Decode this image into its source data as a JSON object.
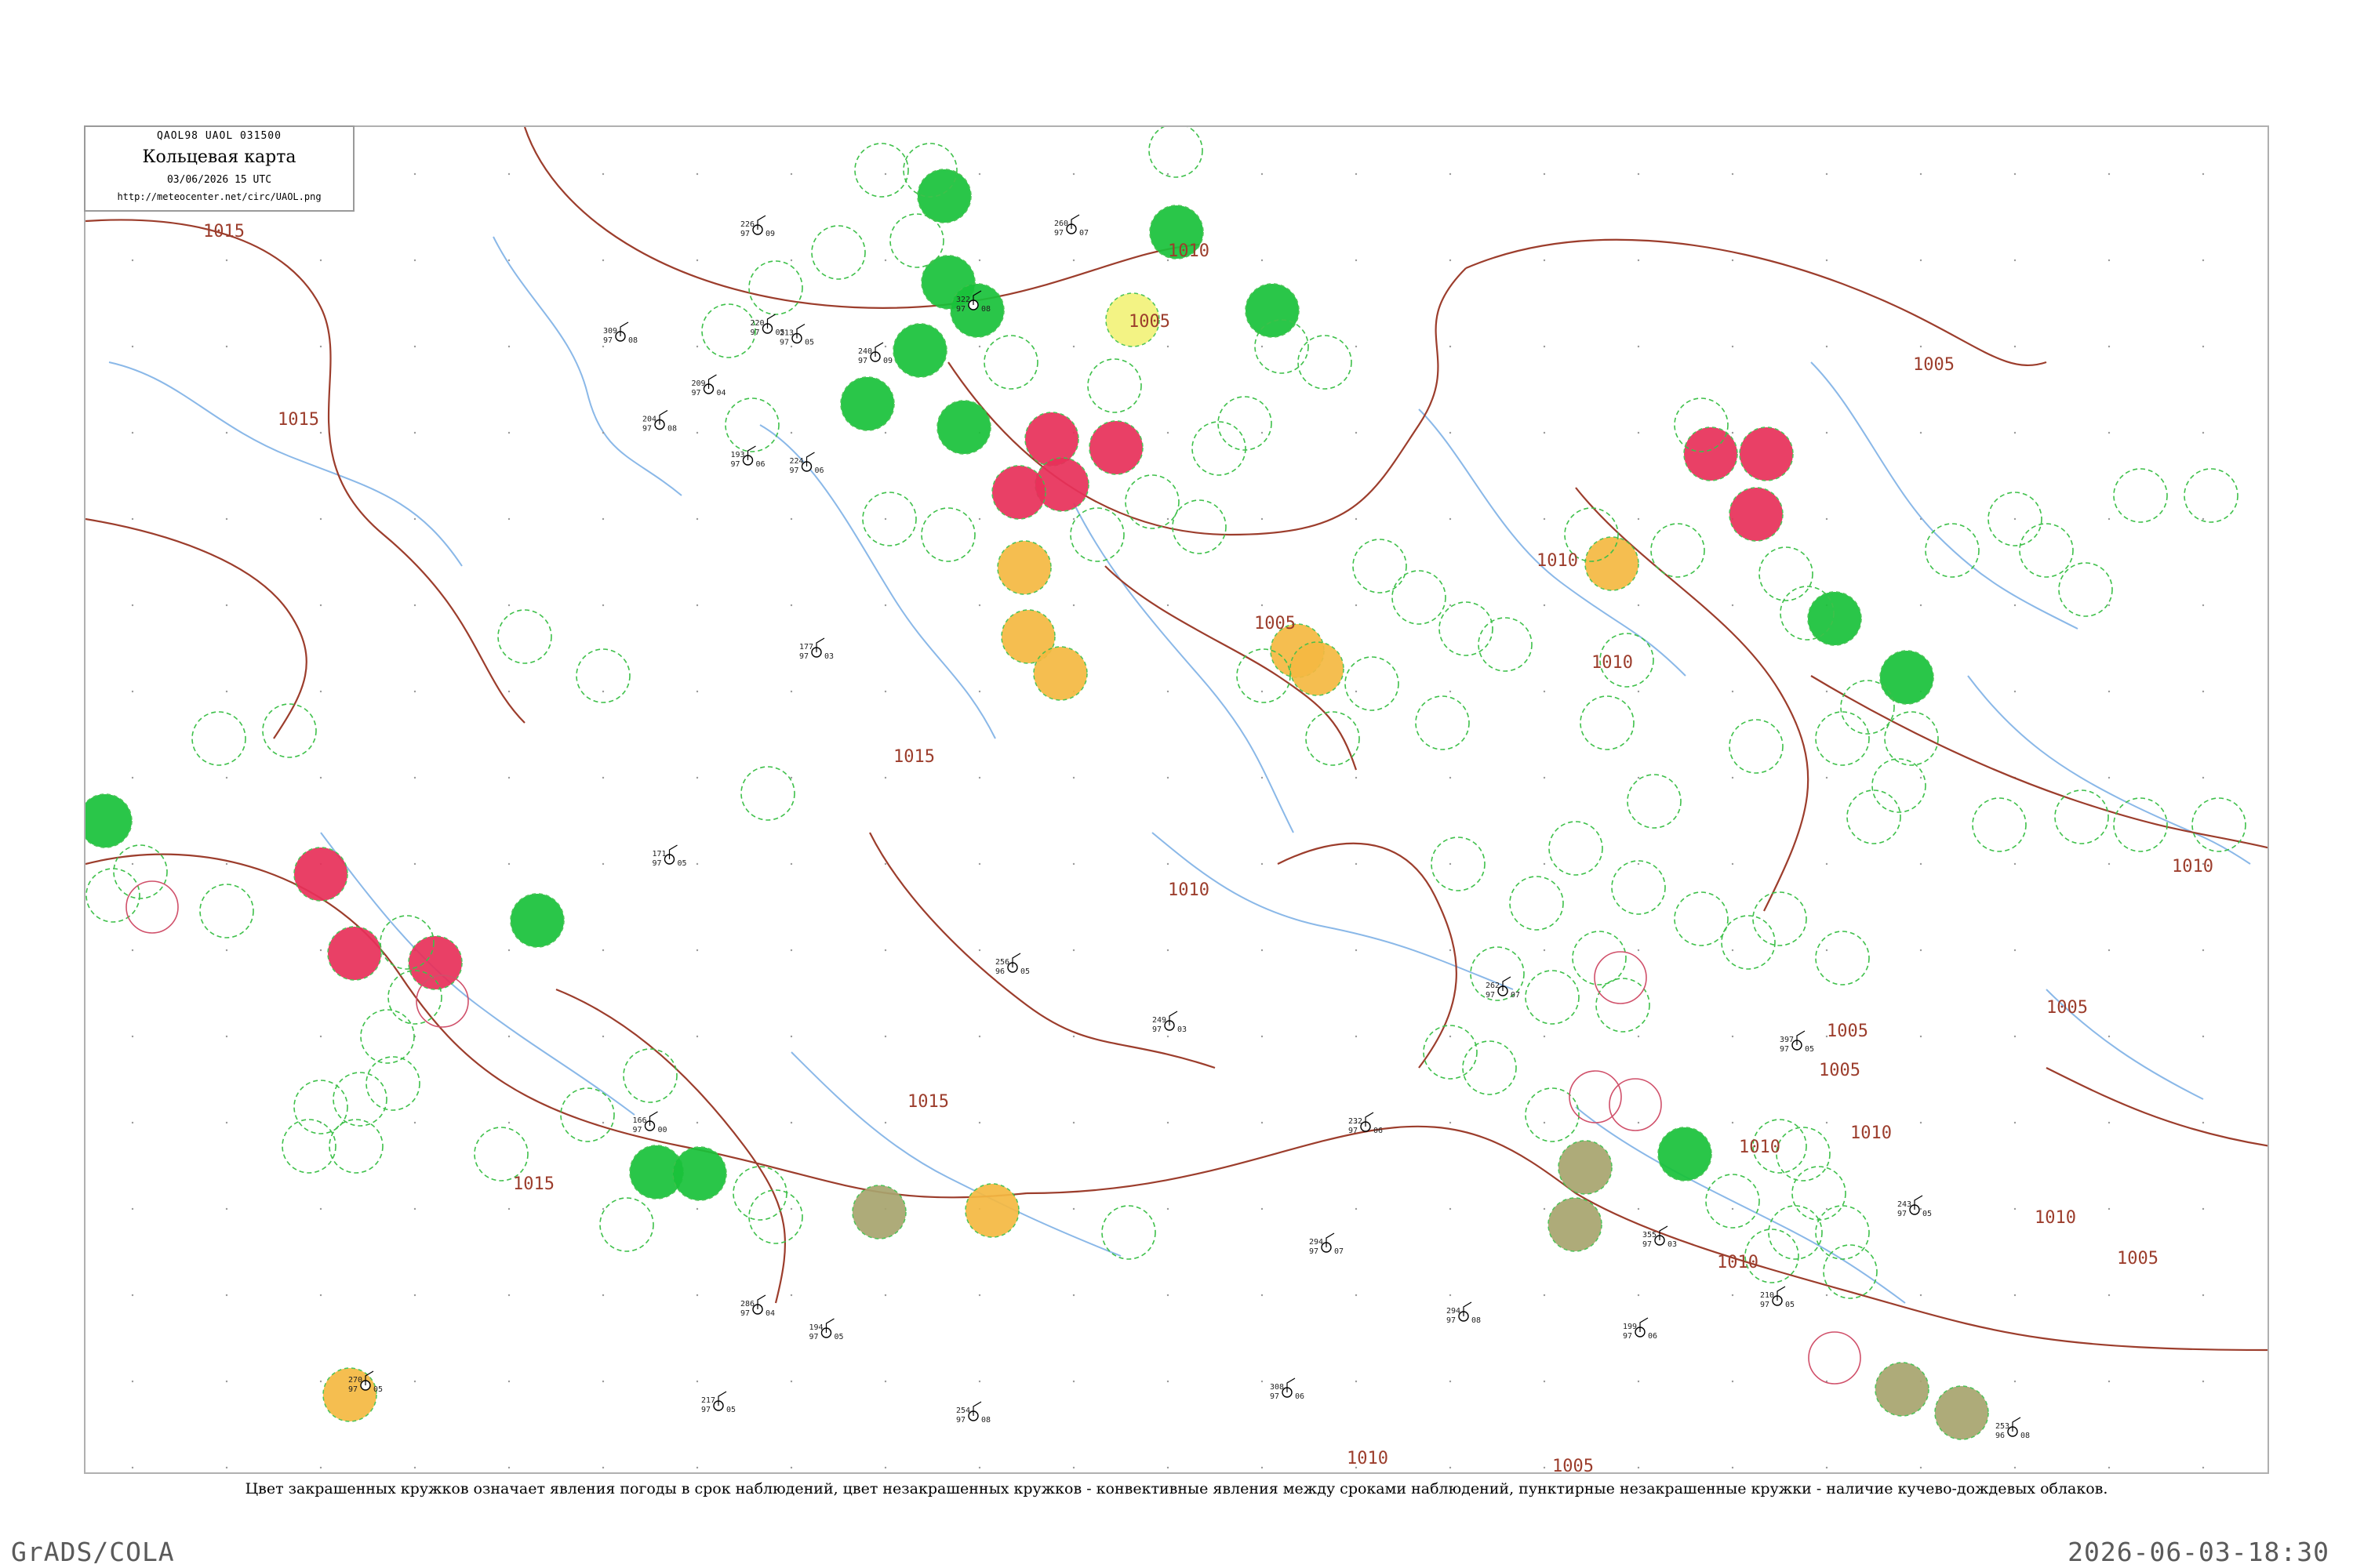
{
  "header": {
    "code": "QAOL98  UAOL  031500",
    "title": "Кольцевая карта",
    "date": "03/06/2026 15 UTC",
    "url": "http://meteocenter.net/circ/UAOL.png"
  },
  "caption": "Цвет закрашенных кружков означает явления погоды в срок наблюдений, цвет незакрашенных кружков - конвективные явления между сроками наблюдений, пунктирные незакрашенные кружки - наличие кучево-дождевых облаков.",
  "footer": {
    "left": "GrADS/COLA",
    "right": "2026-06-03-18:30"
  },
  "colors": {
    "isobar": "#9c3d2c",
    "river": "#8ab8e8",
    "rain": "#19c23a",
    "thunderstorm": "#e8305a",
    "haze": "#f5b942",
    "dust": "#a8a46e",
    "fog": "#f2f27a",
    "cb_ring": "#3ec04a"
  },
  "map": {
    "isobar_labels": [
      "1015",
      "1015",
      "1010",
      "1005",
      "1005",
      "1010",
      "1010",
      "1010",
      "1015",
      "1015",
      "1010",
      "1005",
      "1010",
      "1005",
      "1005",
      "1010",
      "1015",
      "1010",
      "1010",
      "1005",
      "1010",
      "1005",
      "1005"
    ],
    "stations": [
      {
        "t": "226",
        "p": "97",
        "d": "09"
      },
      {
        "t": "224",
        "p": "97",
        "d": "06"
      },
      {
        "t": "213",
        "p": "97",
        "d": "05"
      },
      {
        "t": "209",
        "p": "97",
        "d": "04"
      },
      {
        "t": "204",
        "p": "97",
        "d": "08"
      },
      {
        "t": "193",
        "p": "97",
        "d": "06"
      },
      {
        "t": "177",
        "p": "97",
        "d": "03"
      },
      {
        "t": "171",
        "p": "97",
        "d": "05"
      },
      {
        "t": "166",
        "p": "97",
        "d": "00"
      },
      {
        "t": "194",
        "p": "97",
        "d": "05"
      },
      {
        "t": "217",
        "p": "97",
        "d": "05"
      },
      {
        "t": "220",
        "p": "97",
        "d": "05"
      },
      {
        "t": "240",
        "p": "97",
        "d": "09"
      },
      {
        "t": "254",
        "p": "97",
        "d": "08"
      },
      {
        "t": "256",
        "p": "96",
        "d": "05"
      },
      {
        "t": "249",
        "p": "97",
        "d": "03"
      },
      {
        "t": "294",
        "p": "97",
        "d": "07"
      },
      {
        "t": "232",
        "p": "97",
        "d": "06"
      },
      {
        "t": "262",
        "p": "97",
        "d": "07"
      },
      {
        "t": "199",
        "p": "97",
        "d": "06"
      },
      {
        "t": "210",
        "p": "97",
        "d": "05"
      },
      {
        "t": "243",
        "p": "97",
        "d": "05"
      },
      {
        "t": "253",
        "p": "96",
        "d": "08"
      },
      {
        "t": "270",
        "p": "97",
        "d": "05"
      },
      {
        "t": "286",
        "p": "97",
        "d": "04"
      },
      {
        "t": "309",
        "p": "97",
        "d": "08"
      },
      {
        "t": "322",
        "p": "97",
        "d": "08"
      },
      {
        "t": "260",
        "p": "97",
        "d": "07"
      },
      {
        "t": "308",
        "p": "97",
        "d": "06"
      },
      {
        "t": "294",
        "p": "97",
        "d": "08"
      },
      {
        "t": "355",
        "p": "97",
        "d": "03"
      },
      {
        "t": "397",
        "p": "97",
        "d": "05"
      }
    ]
  }
}
